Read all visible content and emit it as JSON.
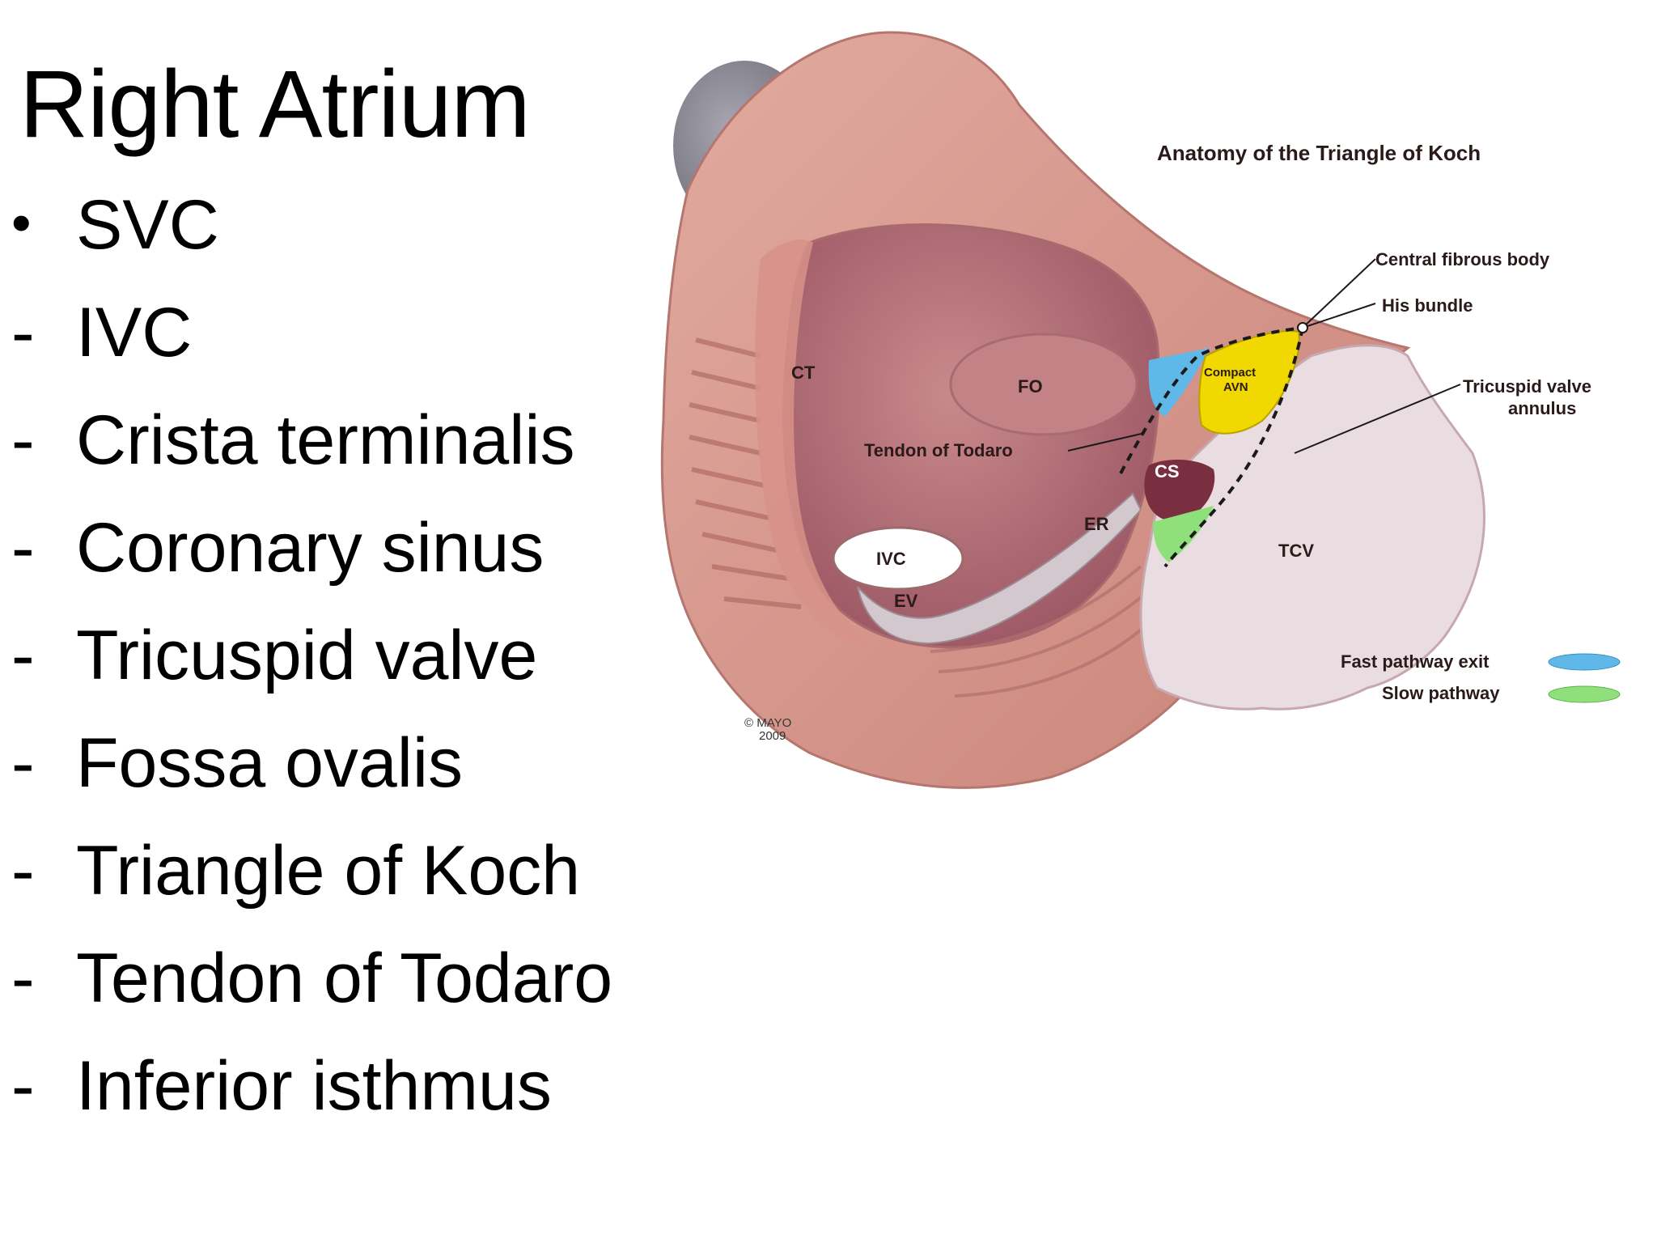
{
  "slide": {
    "title": "Right Atrium",
    "items": [
      {
        "marker": "•",
        "text": "SVC"
      },
      {
        "marker": "-",
        "text": "IVC"
      },
      {
        "marker": "-",
        "text": "Crista terminalis"
      },
      {
        "marker": "-",
        "text": "Coronary sinus"
      },
      {
        "marker": "-",
        "text": "Tricuspid valve"
      },
      {
        "marker": "-",
        "text": "Fossa ovalis"
      },
      {
        "marker": "-",
        "text": "Triangle of Koch"
      },
      {
        "marker": "-",
        "text": "Tendon of Todaro"
      },
      {
        "marker": "-",
        "text": "Inferior isthmus"
      }
    ]
  },
  "figure": {
    "heading": "Anatomy of the Triangle of Koch",
    "labels": {
      "ct": "CT",
      "fo": "FO",
      "tendon": "Tendon of Todaro",
      "ivc": "IVC",
      "ev": "EV",
      "er": "ER",
      "cs": "CS",
      "compact1": "Compact",
      "compact2": "AVN",
      "tcv": "TCV",
      "central": "Central fibrous body",
      "his": "His bundle",
      "tricuspid1": "Tricuspid valve",
      "tricuspid2": "annulus"
    },
    "legend": [
      {
        "label": "Fast pathway exit",
        "color": "#5fb8e8"
      },
      {
        "label": "Slow pathway",
        "color": "#8fe07a"
      }
    ],
    "credit1": "© MAYO",
    "credit2": "2009",
    "colors": {
      "tissue": "#d99c93",
      "tissue_dark": "#b86e6a",
      "cavity": "#b97a80",
      "valve": "#e8d8dc",
      "avn": "#f0d800",
      "svc": "#8b8a94"
    }
  }
}
